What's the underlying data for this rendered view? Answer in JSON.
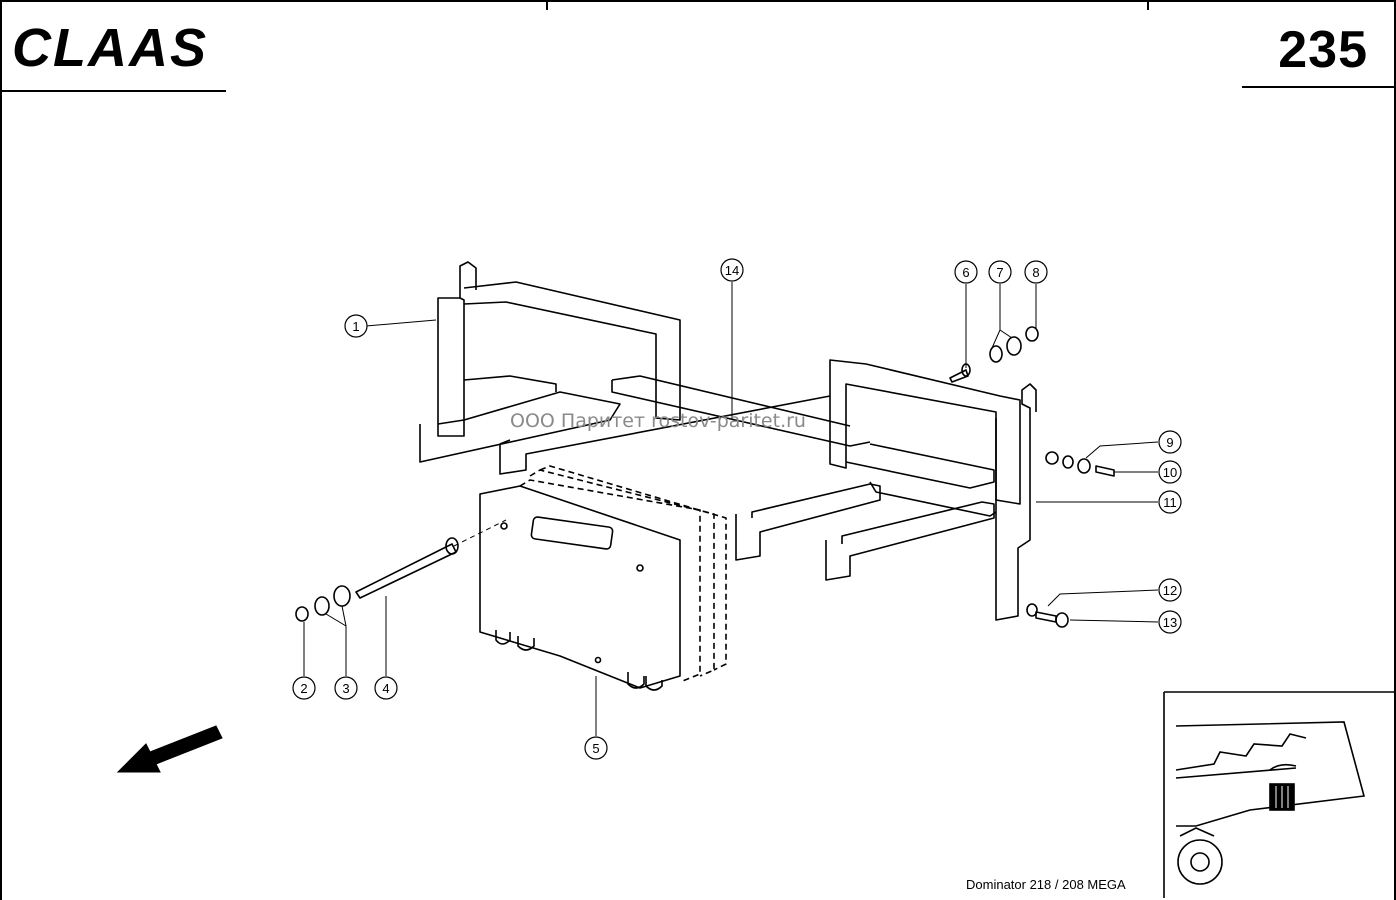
{
  "header": {
    "brand": "CLAAS",
    "page_number": "235"
  },
  "watermark": "ООО Паритет   rostov-paritet.ru",
  "footer": {
    "model": "Dominator 218 / 208 MEGA"
  },
  "callouts": [
    "1",
    "2",
    "3",
    "4",
    "5",
    "6",
    "7",
    "8",
    "9",
    "10",
    "11",
    "12",
    "13",
    "14"
  ],
  "icons": {
    "direction": "direction-arrow-icon",
    "locator": "machine-locator-icon"
  }
}
